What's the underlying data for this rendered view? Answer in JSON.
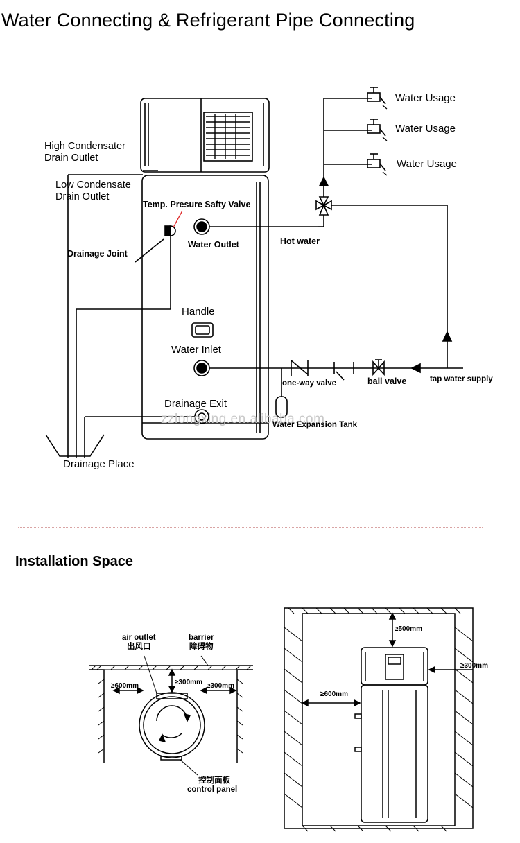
{
  "titles": {
    "main": "Water Connecting & Refrigerant Pipe Connecting",
    "install": "Installation Space"
  },
  "labels": {
    "water_usage_1": "Water Usage",
    "water_usage_2": "Water Usage",
    "water_usage_3": "Water Usage",
    "high_condensate_1": "High Condensater",
    "high_condensate_2": "Drain Outlet",
    "low_condensate_1a": "Low ",
    "low_condensate_1b": "Condensate",
    "low_condensate_2": "Drain Outlet",
    "temp_valve": "Temp. Presure Safty Valve",
    "water_outlet": "Water Outlet",
    "hot_water": "Hot water",
    "drainage_joint": "Drainage Joint",
    "handle": "Handle",
    "water_inlet": "Water Inlet",
    "one_way_valve": "one-way valve",
    "ball_valve": "ball valve",
    "tap_water_supply": "tap water supply",
    "drainage_exit": "Drainage Exit",
    "water_expansion_tank": "Water Expansion Tank",
    "drainage_place": "Drainage Place"
  },
  "install_labels": {
    "air_outlet": "air outlet",
    "air_outlet_cn": "出风口",
    "barrier": "barrier",
    "barrier_cn": "障碍物",
    "dist_600_top": "≥600mm",
    "dist_300_top": "≥300mm",
    "dist_300_right": "≥300mm",
    "control_panel_cn": "控制面板",
    "control_panel": "control panel",
    "side_500": "≥500mm",
    "side_300": "≥300mm",
    "side_600": "≥600mm"
  },
  "watermark": "zzlongxing.en.alibaba.com"
}
